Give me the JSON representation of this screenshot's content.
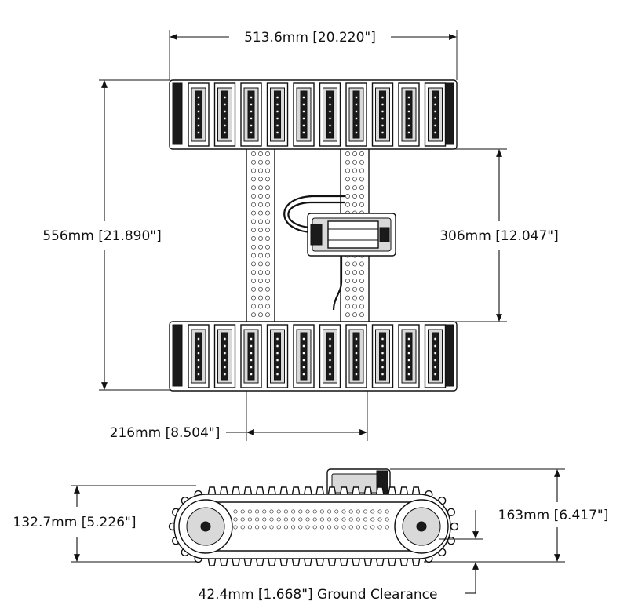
{
  "dimensions": {
    "overall_width": "513.6mm [20.220\"]",
    "overall_length": "556mm [21.890\"]",
    "inner_track_spacing": "306mm [12.047\"]",
    "rail_spacing": "216mm [8.504\"]",
    "track_height": "132.7mm [5.226\"]",
    "overall_height": "163mm [6.417\"]",
    "ground_clearance": "42.4mm [1.668\"] Ground Clearance"
  },
  "colors": {
    "line": "#111111",
    "part_dark": "#1a1a1a",
    "part_mid": "#d9d9d9",
    "background": "#ffffff"
  }
}
